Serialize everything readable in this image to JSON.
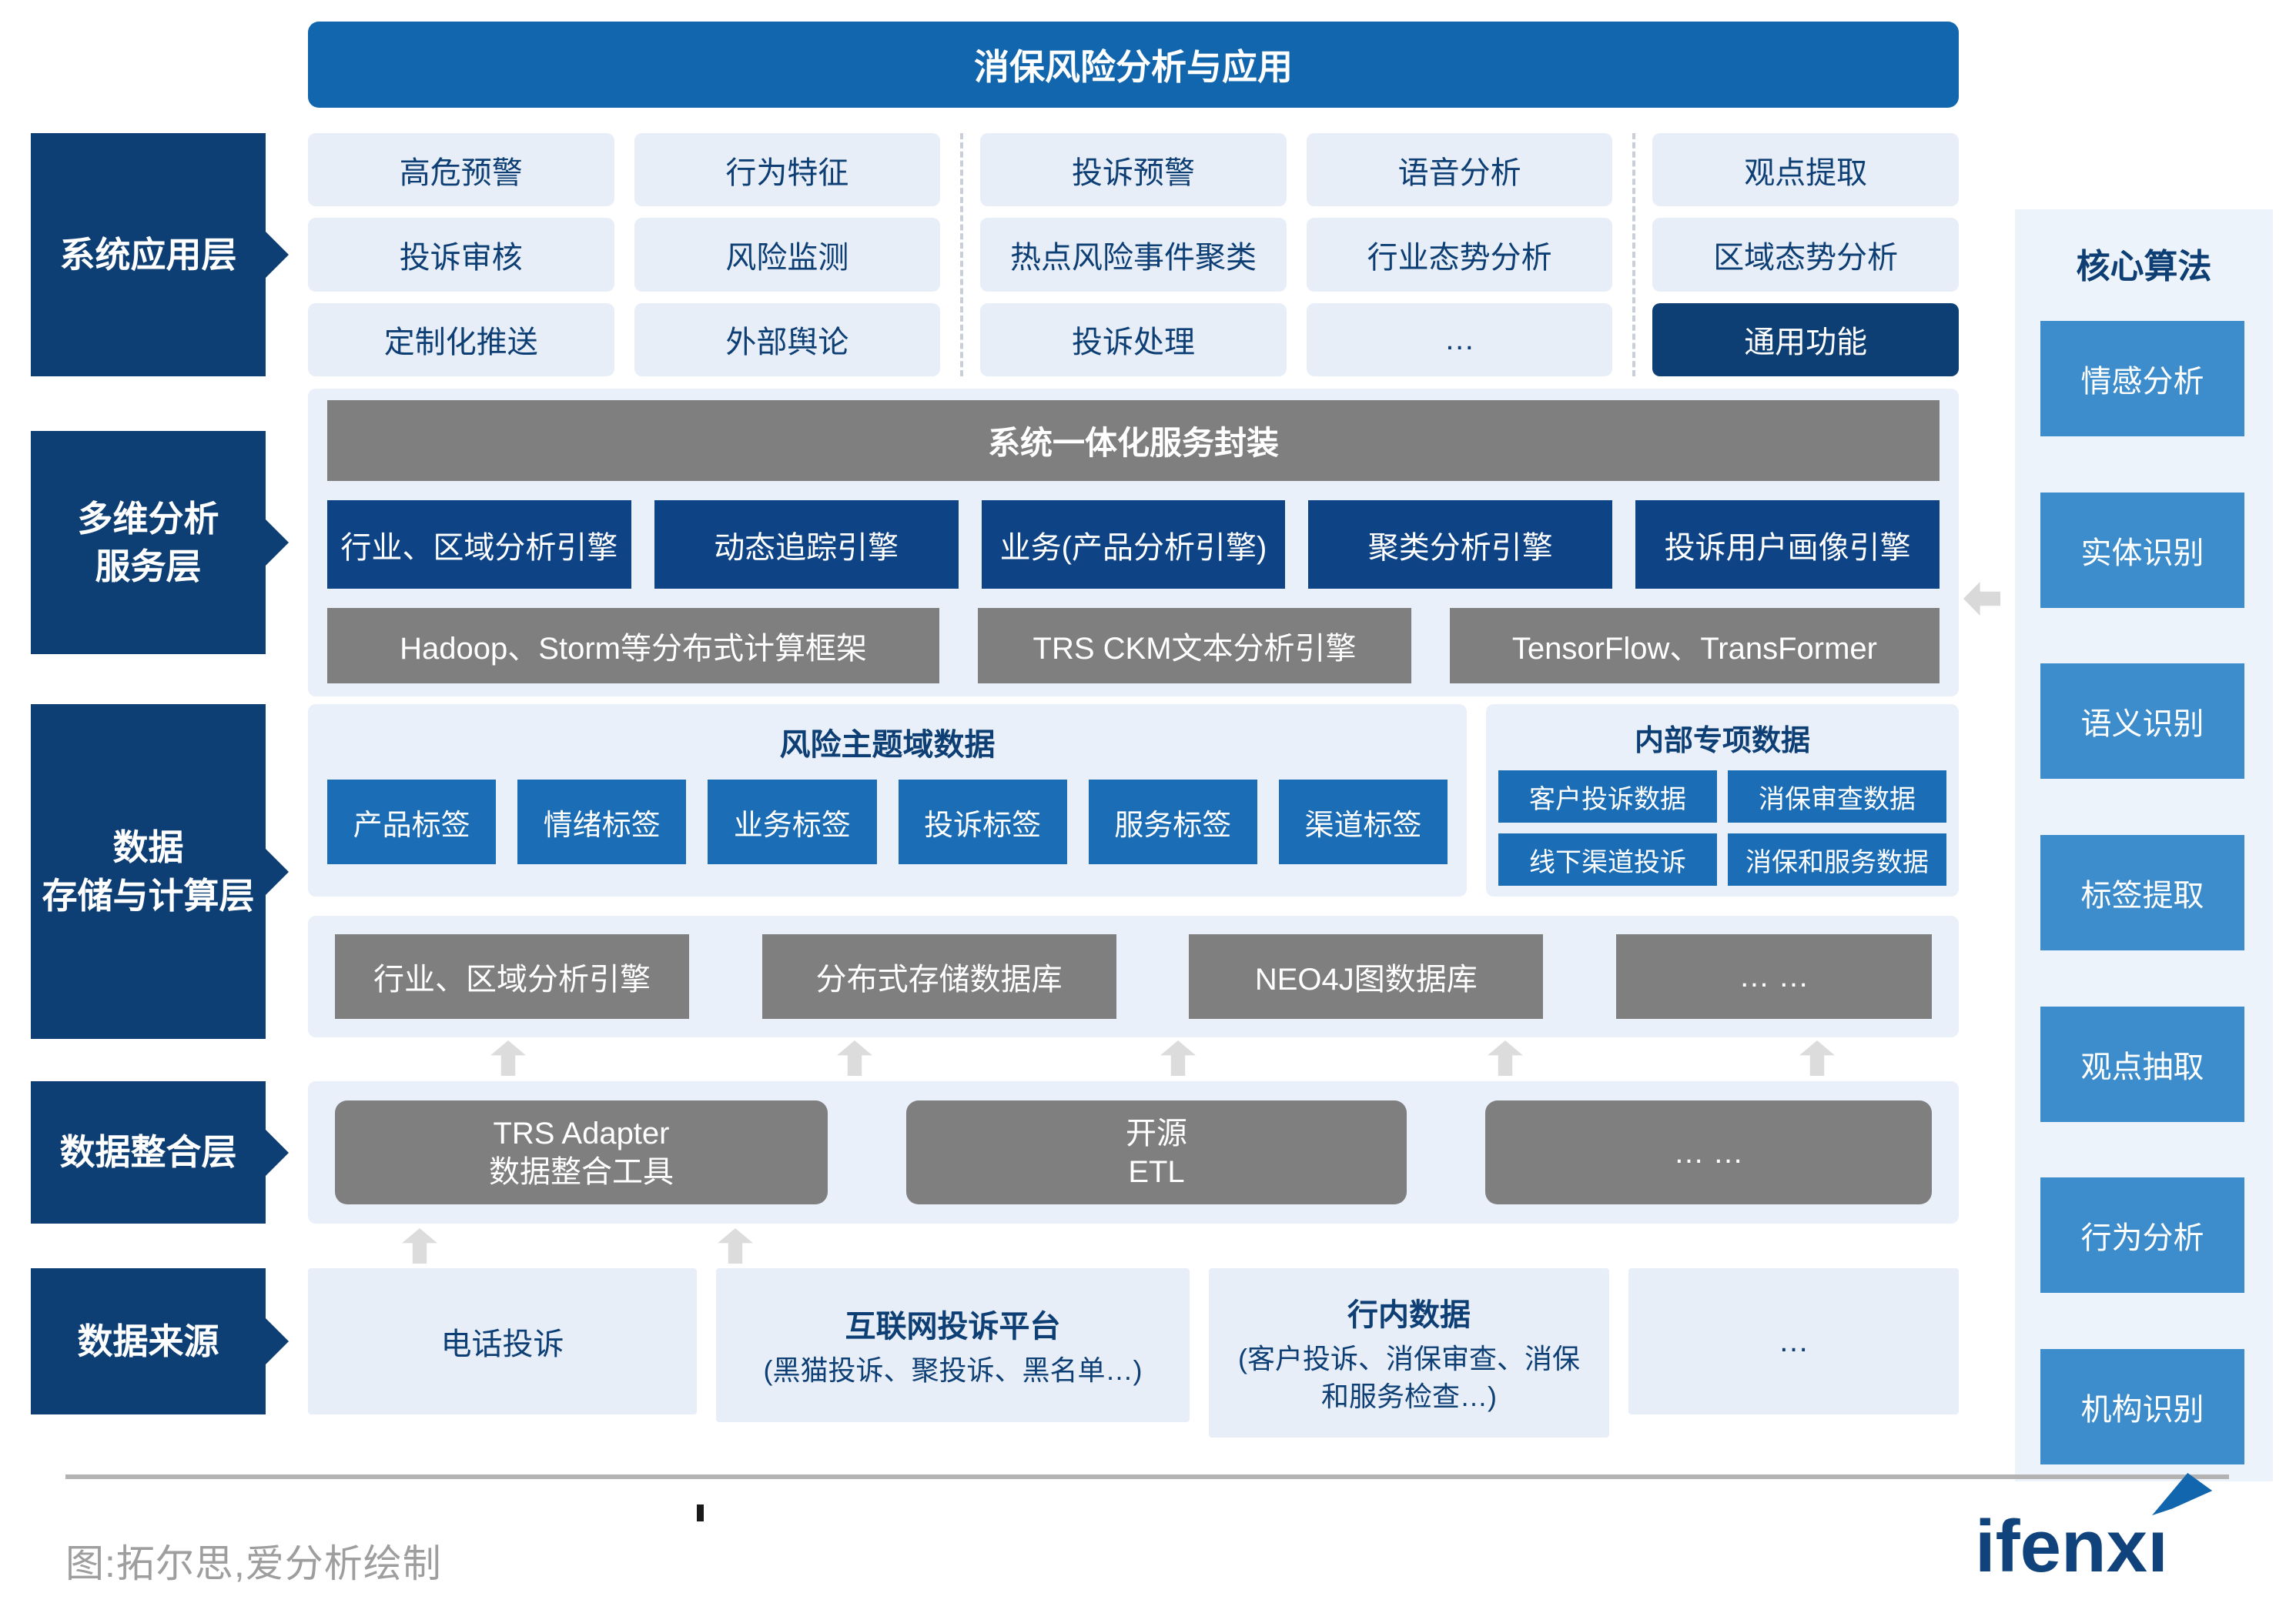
{
  "title_bar": {
    "text": "消保风险分析与应用"
  },
  "app": {
    "label": "系统应用层",
    "columns": [
      [
        "高危预警",
        "投诉审核",
        "定制化推送"
      ],
      [
        "行为特征",
        "风险监测",
        "外部舆论"
      ],
      [
        "投诉预警",
        "热点风险事件聚类",
        "投诉处理"
      ],
      [
        "语音分析",
        "行业态势分析",
        "…"
      ],
      [
        "观点提取",
        "区域态势分析",
        "通用功能"
      ]
    ]
  },
  "analysis": {
    "label": "多维分析\n服务层",
    "wrapper": "系统一体化服务封装",
    "engines": [
      "行业、区域分析引擎",
      "动态追踪引擎",
      "业务(产品分析引擎)",
      "聚类分析引擎",
      "投诉用户画像引擎"
    ],
    "frameworks": [
      "Hadoop、Storm等分布式计算框架",
      "TRS CKM文本分析引擎",
      "TensorFlow、TransFormer"
    ]
  },
  "storage": {
    "label": "数据\n存储与计算层",
    "risk_title": "风险主题域数据",
    "risk_tags": [
      "产品标签",
      "情绪标签",
      "业务标签",
      "投诉标签",
      "服务标签",
      "渠道标签"
    ],
    "internal_title": "内部专项数据",
    "internal_tags": [
      "客户投诉数据",
      "消保审查数据",
      "线下渠道投诉",
      "消保和服务数据"
    ],
    "stores": [
      "行业、区域分析引擎",
      "分布式存储数据库",
      "NEO4J图数据库",
      "… …"
    ]
  },
  "integration": {
    "label": "数据整合层",
    "tools": [
      "TRS Adapter\n数据整合工具",
      "开源\nETL",
      "… …"
    ]
  },
  "sources": {
    "label": "数据来源",
    "items": [
      {
        "title": "电话投诉"
      },
      {
        "title": "互联网投诉平台",
        "subtitle": "(黑猫投诉、聚投诉、黑名单…)"
      },
      {
        "title": "行内数据",
        "subtitle": "(客户投诉、消保审查、消保\n和服务检查…)"
      },
      {
        "title": "…"
      }
    ]
  },
  "algorithms": {
    "title": "核心算法",
    "items": [
      "情感分析",
      "实体识别",
      "语义识别",
      "标签提取",
      "观点抽取",
      "行为分析",
      "机构识别"
    ]
  },
  "footer": {
    "caption": "图:拓尔思,爱分析绘制",
    "logo_text": "ifenxı"
  },
  "colors": {
    "navy": "#0d3e74",
    "primary_blue": "#1266ad",
    "engine_blue": "#0e4485",
    "tag_blue": "#1b6db5",
    "rail_blue": "#3d8ccb",
    "box_gray": "#7f7f7f",
    "panel_light": "#e9f0f9"
  }
}
